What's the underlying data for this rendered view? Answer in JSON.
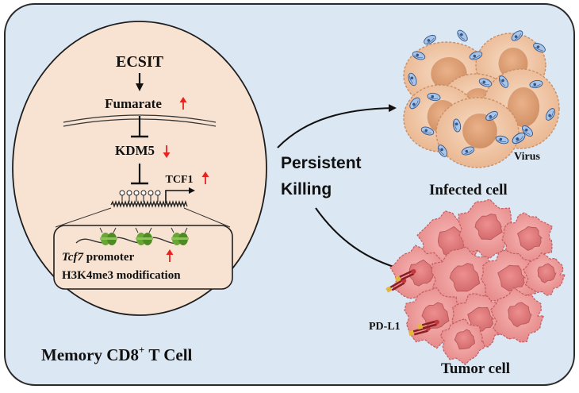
{
  "memory_cell": {
    "ecsit": "ECSIT",
    "fumarate": "Fumarate",
    "kdm5": "KDM5",
    "tcf1": "TCF1",
    "promoter_gene": "Tcf7",
    "promoter_word": " promoter",
    "modification": "H3K4me3 modification",
    "label_main": "Memory CD8",
    "label_sup": "+",
    "label_tail": " T Cell"
  },
  "center": {
    "line1": "Persistent",
    "line2": "Killing"
  },
  "infected": {
    "label": "Infected cell",
    "virus_label": "Virus"
  },
  "tumor": {
    "label": "Tumor cell",
    "pdl1_label": "PD-L1"
  },
  "colors": {
    "background": "#dbe7f3",
    "panel_border": "#2a2a2a",
    "cell_fill": "#f8e3d2",
    "up_arrow": "#e8231f",
    "infected_cell": "#f0c6a4",
    "infected_nucleus": "#e2a377",
    "virus": "#a9c4e6",
    "tumor_cell": "#f19e9e",
    "tumor_nucleus": "#e97e80",
    "nucleosome": "#6aa636"
  }
}
